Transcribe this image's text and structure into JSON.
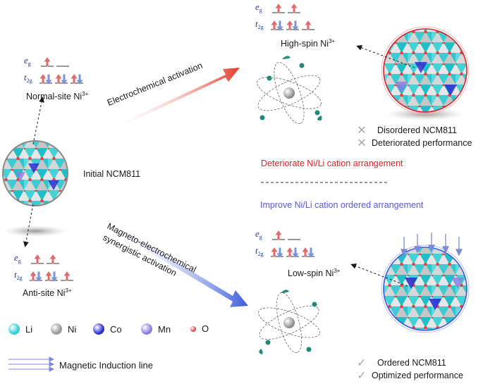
{
  "labels": {
    "normal_site": "Normal-site Ni",
    "anti_site": "Anti-site Ni",
    "high_spin": "High-spin Ni",
    "low_spin": "Low-spin Ni",
    "ni_charge": "3+",
    "initial": "Initial NCM811",
    "electrochem": "Electrochemical activation",
    "magneto_line1": "Magneto-electrochemical",
    "magneto_line2": "synergistic activation",
    "deteriorate": "Deteriorate Ni/Li cation arrangement",
    "improve": "Improve Ni/Li cation ordered arrangement",
    "disordered": "Disordered NCM811",
    "deteriorated_perf": "Deteriorated performance",
    "ordered": "Ordered NCM811",
    "optimized_perf": "Optimized performance",
    "eg": "e",
    "eg_sub": "g",
    "t2g": "t",
    "t2g_sub": "2g"
  },
  "marks": {
    "cross": "✕",
    "check": "✓"
  },
  "legend": {
    "items": [
      {
        "name": "Li",
        "color": "#2fd0d6"
      },
      {
        "name": "Ni",
        "color": "#9a9a9a"
      },
      {
        "name": "Co",
        "color": "#2c2fd0"
      },
      {
        "name": "Mn",
        "color": "#8c7fe0"
      },
      {
        "name": "O",
        "color": "#e2453f"
      }
    ],
    "magnetic": "Magnetic Induction line"
  },
  "colors": {
    "red": "#e0202a",
    "blue": "#5a58d6",
    "arrow_red": "#e23a2a",
    "arrow_blue": "#3b5bdb"
  }
}
